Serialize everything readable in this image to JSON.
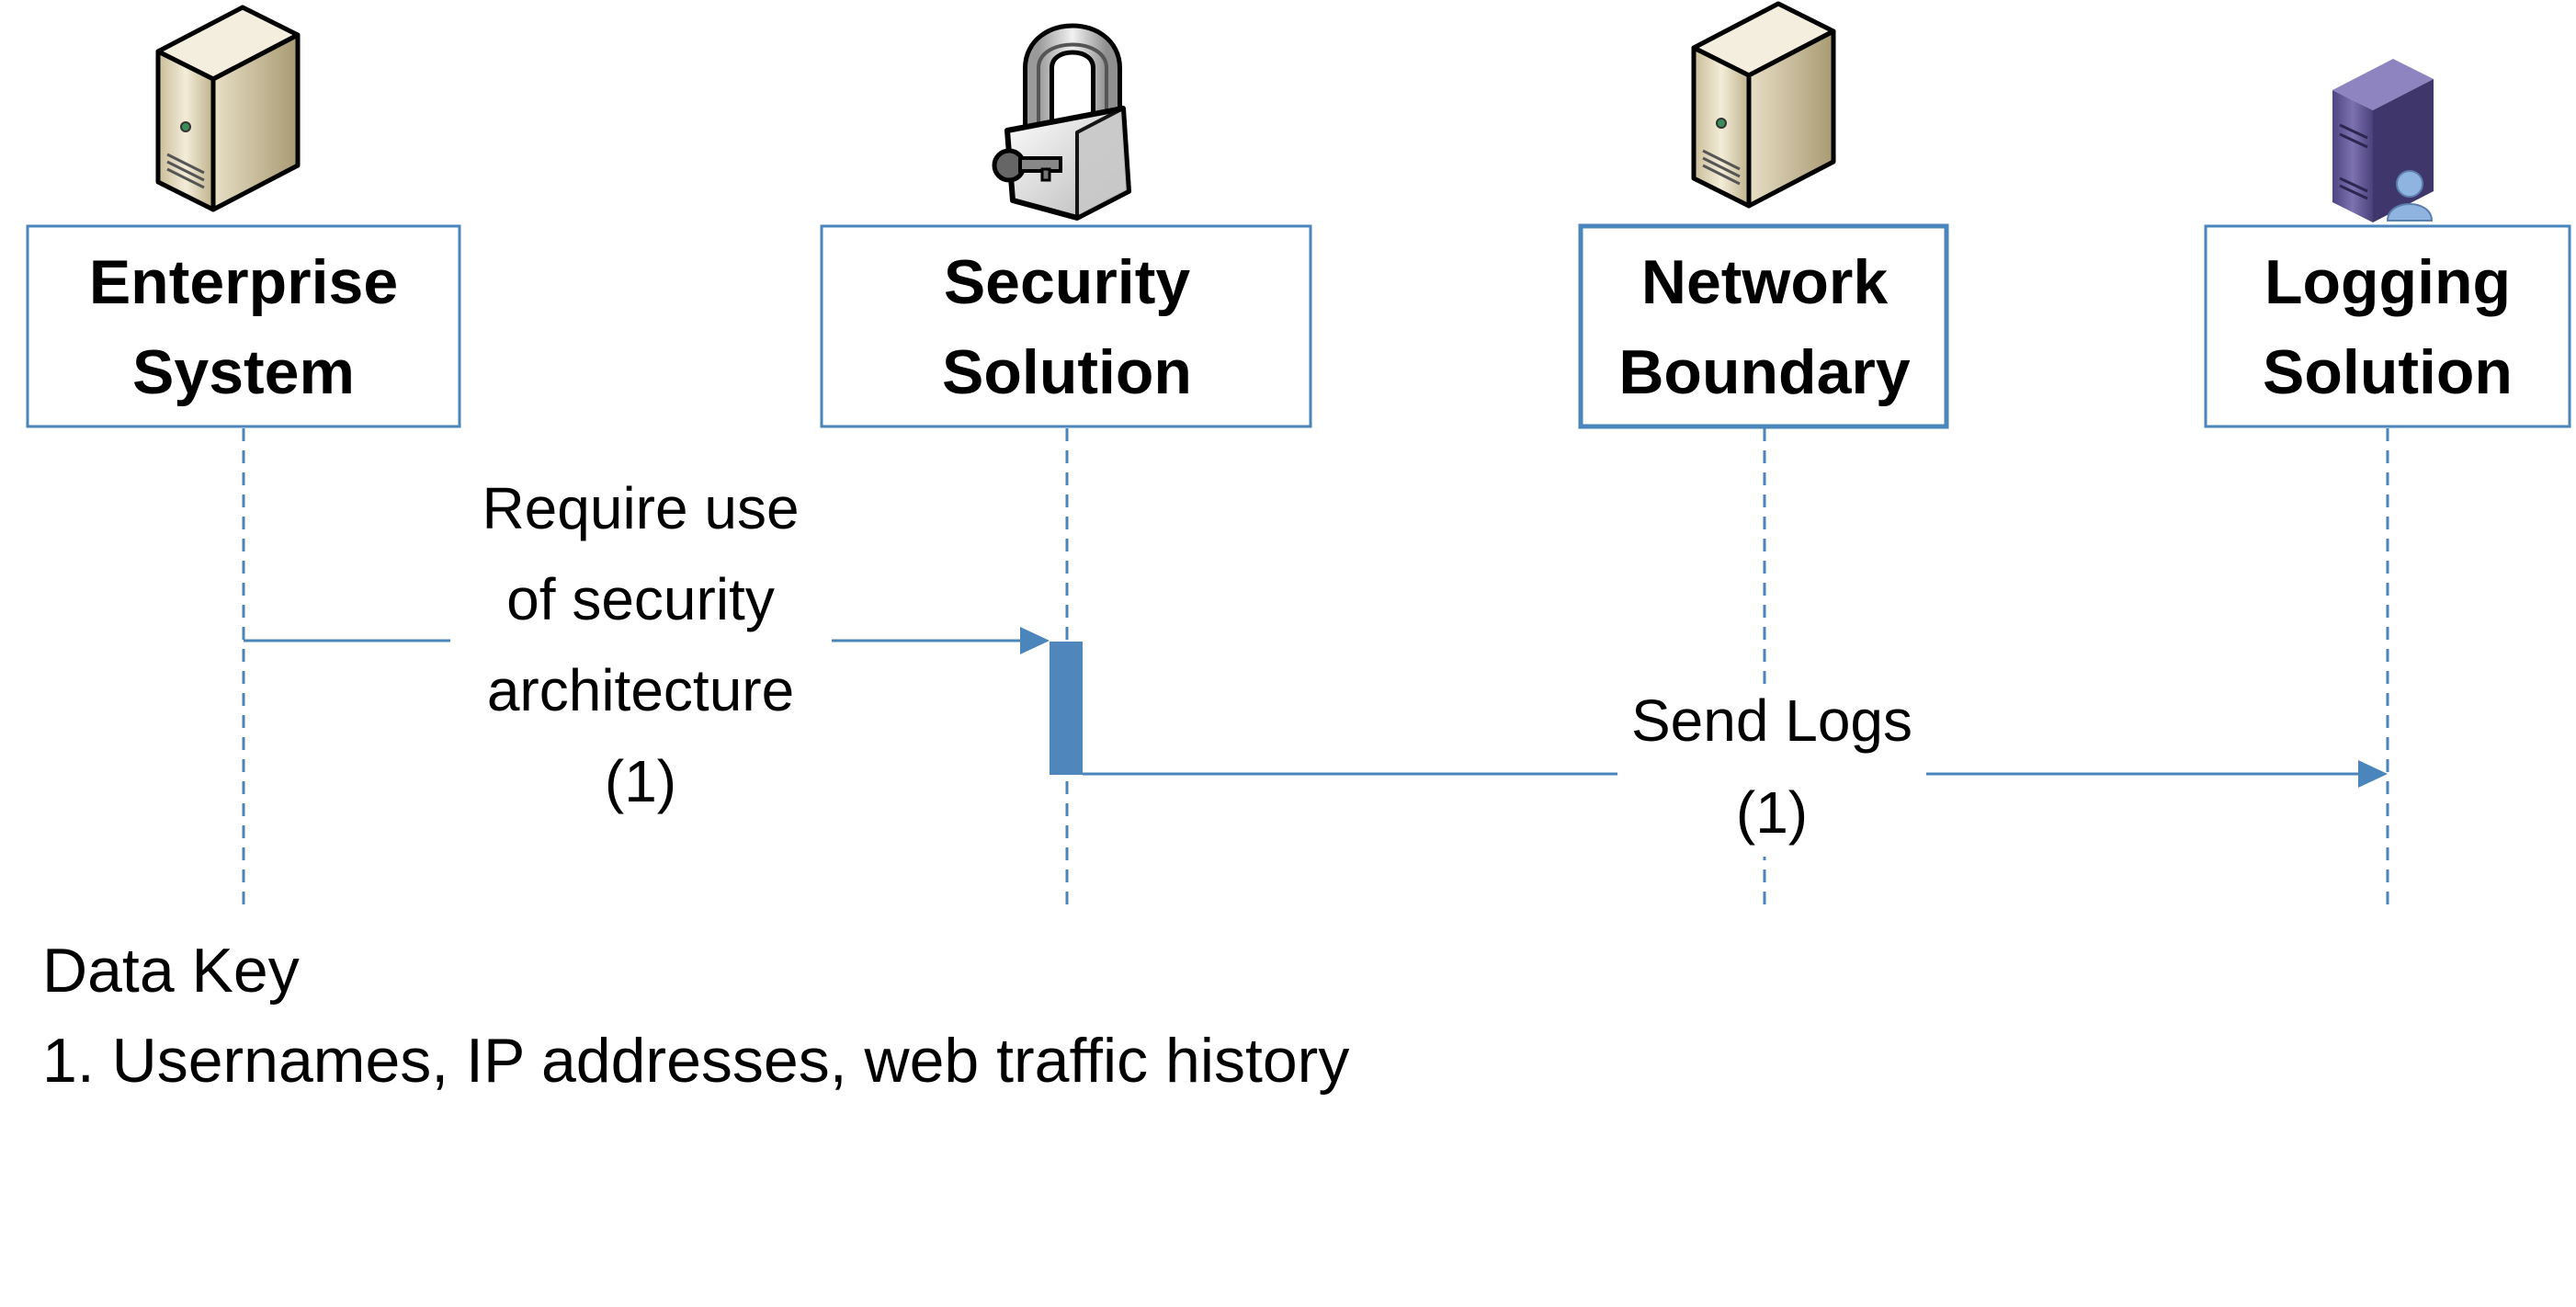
{
  "participants": [
    {
      "id": "enterprise",
      "line1": "Enterprise",
      "line2": "System",
      "icon": "server-beige-icon"
    },
    {
      "id": "security",
      "line1": "Security",
      "line2": "Solution",
      "icon": "padlock-key-icon"
    },
    {
      "id": "network",
      "line1": "Network",
      "line2": "Boundary",
      "icon": "server-beige-icon"
    },
    {
      "id": "logging",
      "line1": "Logging",
      "line2": "Solution",
      "icon": "server-user-purple-icon"
    }
  ],
  "messages": [
    {
      "from": "enterprise",
      "to": "security",
      "lines": [
        "Require use",
        "of security",
        "architecture",
        "(1)"
      ]
    },
    {
      "from": "security",
      "to": "logging",
      "lines": [
        "Send Logs",
        "(1)"
      ]
    }
  ],
  "data_key": {
    "title": "Data Key",
    "items": [
      "1. Usernames, IP addresses, web traffic history"
    ]
  },
  "colors": {
    "line": "#4a86bb",
    "activation": "#4f87bd",
    "box_border": "#4a86bb",
    "server_beige": "#e5dcc4",
    "server_purple": "#6e62a0"
  }
}
